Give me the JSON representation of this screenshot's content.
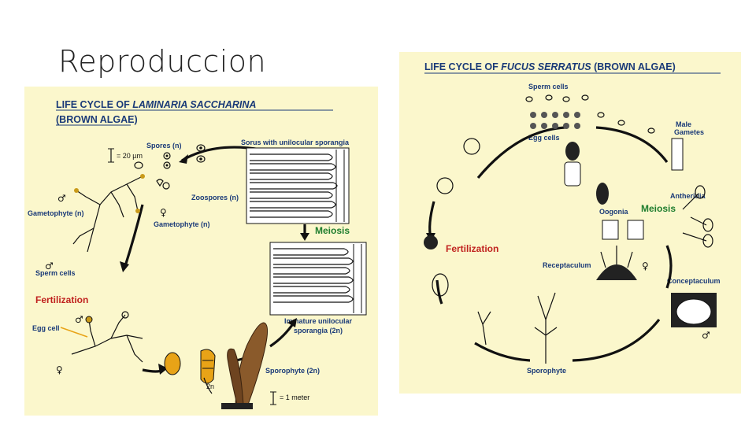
{
  "slide": {
    "title": "Reproduccion"
  },
  "laminaria": {
    "title_line1_prefix": "LIFE CYCLE OF ",
    "title_line1_species": "LAMINARIA SACCHARINA",
    "title_line2": "(BROWN ALGAE)",
    "scale_small": "= 20 µm",
    "scale_large": "= 1 meter",
    "labels": {
      "spores": "Spores (n)",
      "sorus": "Sorus with unilocular sporangia",
      "zoospores": "Zoospores (n)",
      "gametophyte_left": "Gametophyte (n)",
      "gametophyte_right": "Gametophyte (n)",
      "meiosis": "Meiosis",
      "sperm_cells": "Sperm cells",
      "fertilization": "Fertilization",
      "egg_cell": "Egg cell",
      "immature_line1": "Immature unilocular",
      "immature_line2": "sporangia (2n)",
      "sporophyte": "Sporophyte (2n)",
      "ploidy_2n": "2n"
    },
    "symbols": {
      "male": "♂",
      "female": "♀"
    }
  },
  "fucus": {
    "title_prefix": "LIFE CYCLE OF ",
    "title_species": "FUCUS SERRATUS",
    "title_suffix": " (BROWN ALGAE)",
    "labels": {
      "sperm_cells": "Sperm cells",
      "male_gametes_line1": "Male",
      "male_gametes_line2": "Gametes",
      "egg_cells": "Egg cells",
      "antheridia": "Antheridia",
      "oogonia": "Oogonia",
      "meiosis": "Meiosis",
      "fertilization": "Fertilization",
      "receptaculum": "Receptaculum",
      "conceptaculum": "Conceptaculum",
      "sporophyte": "Sporophyte"
    },
    "symbols": {
      "male": "♂",
      "female": "♀"
    }
  },
  "colors": {
    "panel_bg": "#fbf7cc",
    "label_blue": "#1a3a78",
    "meiosis_green": "#1e7d2e",
    "fertilization_red": "#c0221f",
    "zygote_orange": "#e8a317"
  }
}
